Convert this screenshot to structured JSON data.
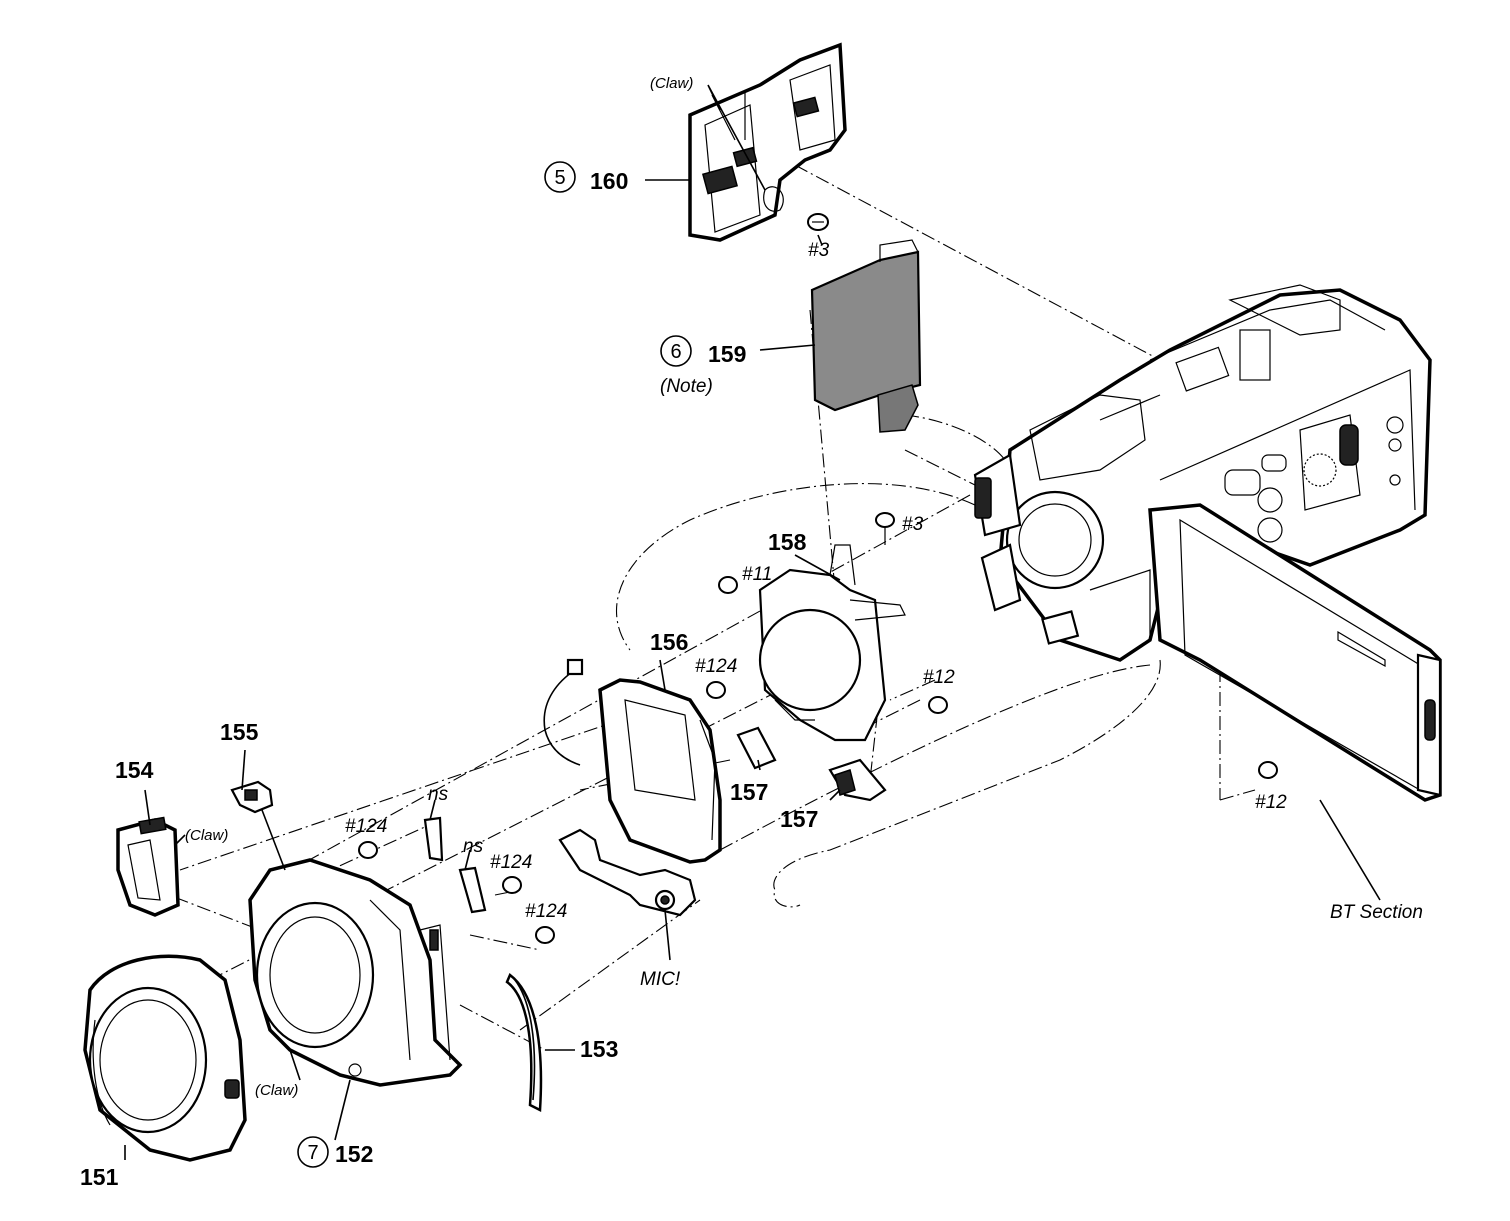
{
  "parts": {
    "p151": "151",
    "p152": "152",
    "p153": "153",
    "p154": "154",
    "p155": "155",
    "p156": "156",
    "p157a": "157",
    "p157b": "157",
    "p158": "158",
    "p159": "159",
    "p160": "160"
  },
  "circled_refs": {
    "c5": "5",
    "c6": "6",
    "c7": "7"
  },
  "screws": {
    "s3_top": "#3",
    "s3_mid": "#3",
    "s11": "#11",
    "s124_a": "#124",
    "s124_b": "#124",
    "s124_c": "#124",
    "s124_d": "#124",
    "s12_a": "#12",
    "s12_b": "#12"
  },
  "annotations": {
    "claw_top": "(Claw)",
    "claw_mid": "(Claw)",
    "claw_bottom": "(Claw)",
    "note": "(Note)",
    "ns_a": "ns",
    "ns_b": "ns",
    "mic": "MIC!",
    "bt_section": "BT Section"
  }
}
